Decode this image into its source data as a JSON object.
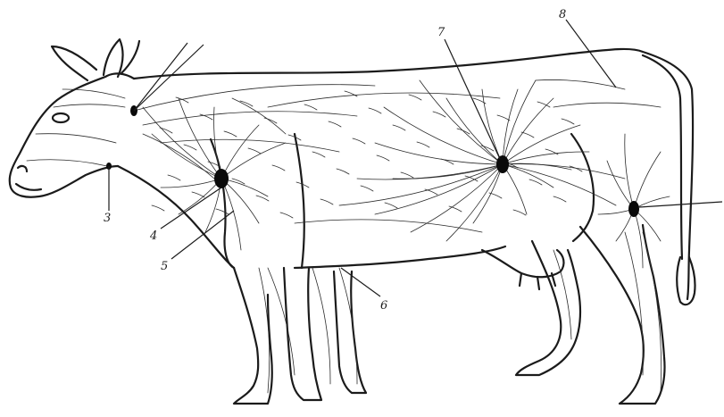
{
  "figure": {
    "labels": [
      {
        "id": "label-3",
        "text": "3"
      },
      {
        "id": "label-4",
        "text": "4"
      },
      {
        "id": "label-5",
        "text": "5"
      },
      {
        "id": "label-6",
        "text": "6"
      },
      {
        "id": "label-7",
        "text": "7"
      },
      {
        "id": "label-8",
        "text": "8"
      }
    ],
    "colors": {
      "ink": "#1b1b1b",
      "paper": "#ffffff",
      "node": "#0a0a0a"
    }
  }
}
